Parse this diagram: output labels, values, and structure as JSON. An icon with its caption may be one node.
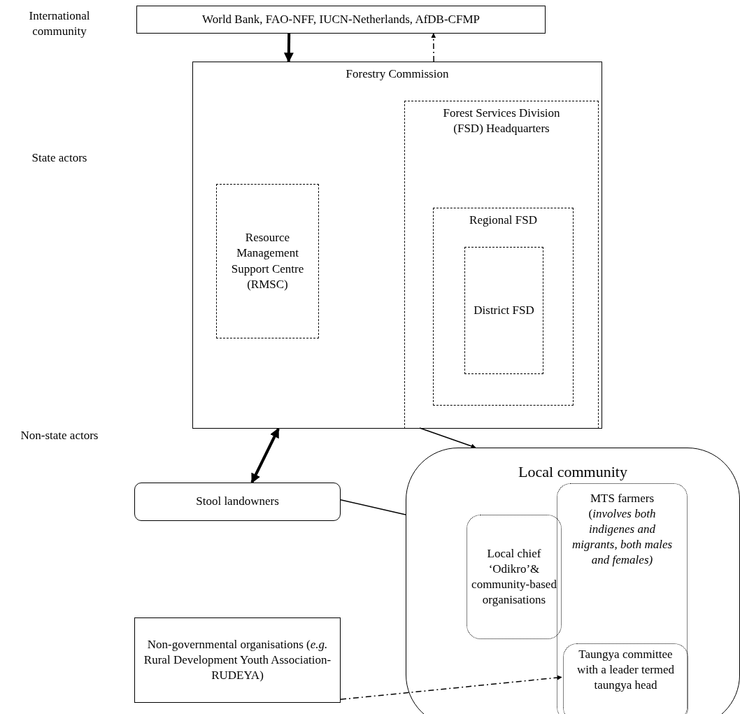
{
  "diagram": {
    "nodes": [
      {
        "text": [
          "World Bank, FAO-NFF, IUCN-Netherlands, AfDB-CFMP"
        ]
      },
      {
        "text": [
          "Forestry Commission"
        ]
      },
      {
        "text": [
          "Resource Management Support Centre (RMSC)"
        ],
        "in": 1
      },
      {
        "text": [
          "Forest Services Division (FSD) Headquarters"
        ],
        "in": 1
      },
      {
        "text": [
          "Regional FSD"
        ],
        "in": 3
      },
      {
        "text": [
          "District FSD"
        ],
        "in": 4
      },
      {
        "text": [
          "Stool landowners"
        ]
      },
      {
        "text": [
          "Local community"
        ]
      },
      {
        "text": [
          "MTS farmers (*involves both indigenes and migrants, both males and females)*"
        ],
        "in": 7
      },
      {
        "text": [
          "Local chief ‘Odikro’& community-based organisations"
        ],
        "in": 7
      },
      {
        "text": [
          "Taungya committee with a leader termed taungya head"
        ],
        "in": 8
      },
      {
        "text": [
          "Non-governmental organisations (*e.g.* Rural Development Youth Association-RUDEYA)"
        ]
      }
    ],
    "edges": [
      {
        "from": 0,
        "to": 1,
        "arrow": "to",
        "style": "thick"
      },
      {
        "from": 1,
        "to": 0,
        "arrow": "to",
        "style": "dashed"
      },
      {
        "from": 1,
        "to": 6,
        "arrow": "both",
        "style": "thick"
      },
      {
        "from": 6,
        "to": 7,
        "arrow": "none"
      },
      {
        "from": 11,
        "to": 10,
        "arrow": "to",
        "style": "dashed"
      },
      {
        "from": 3,
        "to": 7,
        "arrow": "to"
      }
    ],
    "labels": [
      "International community",
      "State actors",
      "Non-state actors"
    ]
  }
}
